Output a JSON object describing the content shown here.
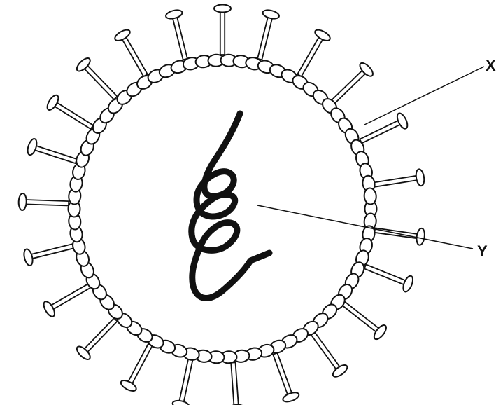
{
  "labels": {
    "x": "X",
    "y": "Y"
  },
  "colors": {
    "stroke": "#111111",
    "fill": "#ffffff",
    "background": "#ffffff"
  },
  "parts": [
    "envelope-bead",
    "surface-spike",
    "coiled-genetic-material",
    "label-line-x",
    "label-line-y"
  ]
}
